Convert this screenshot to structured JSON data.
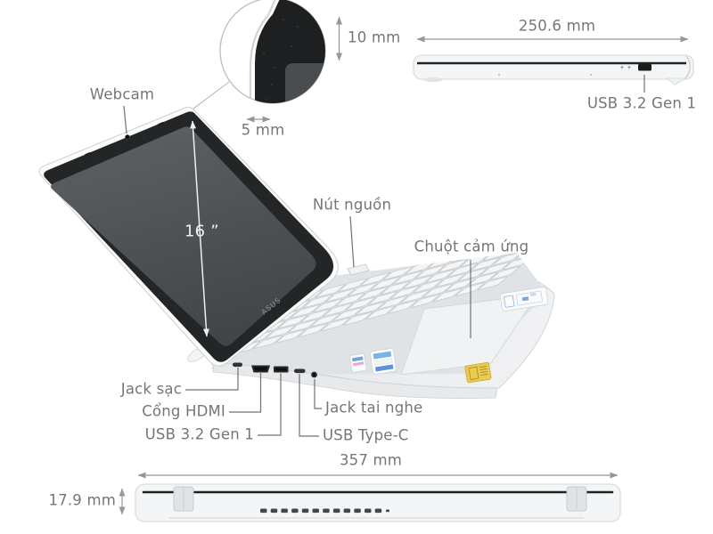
{
  "detail_inset": {
    "top_bezel": "10 mm",
    "side_bezel": "5 mm"
  },
  "side_view": {
    "depth": "250.6 mm",
    "port": "USB 3.2 Gen 1"
  },
  "front_view": {
    "width": "357 mm",
    "thickness": "17.9 mm"
  },
  "main_view": {
    "webcam": "Webcam",
    "screen_size": "16 ”",
    "power_button": "Nút nguồn",
    "touchpad": "Chuột cảm ứng",
    "charging_jack": "Jack sạc",
    "hdmi_port": "Cổng HDMI",
    "usb_a_port": "USB 3.2 Gen 1",
    "headphone_jack": "Jack tai nghe",
    "usb_c_port": "USB Type-C",
    "brand_logo": "ASUS"
  },
  "colors": {
    "label_text": "#73767a",
    "leader_line": "#6f7174",
    "measure_line": "#95989b",
    "bezel_black": "#232527",
    "screen_gray": "#4b4e51",
    "body_silver": "#eceef0",
    "sticker_gold": "#e9cc52"
  }
}
